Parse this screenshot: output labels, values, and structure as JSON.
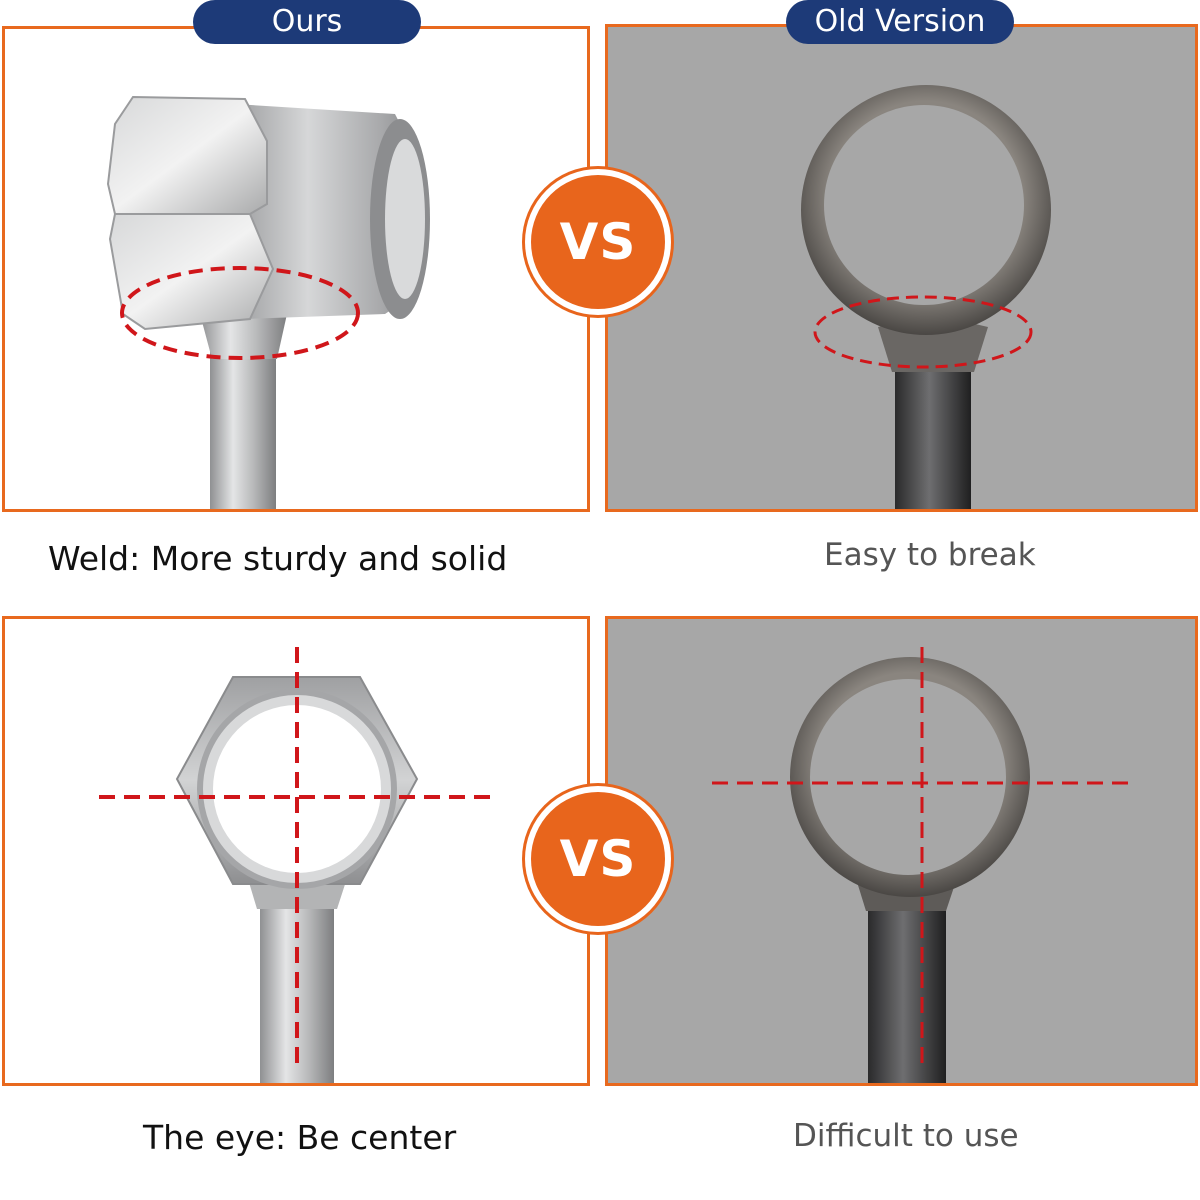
{
  "header": {
    "ours_label": "Ours",
    "old_label": "Old Version"
  },
  "vs_label": "VS",
  "rows": [
    {
      "ours_caption": "Weld: More sturdy and solid",
      "old_caption": "Easy to break"
    },
    {
      "ours_caption": "The eye: Be center",
      "old_caption": "Difficult to use"
    }
  ],
  "colors": {
    "accent_orange": "#e8691e",
    "label_navy": "#1d3a78",
    "marker_red": "#d0161a",
    "old_background": "#a7a7a7"
  }
}
